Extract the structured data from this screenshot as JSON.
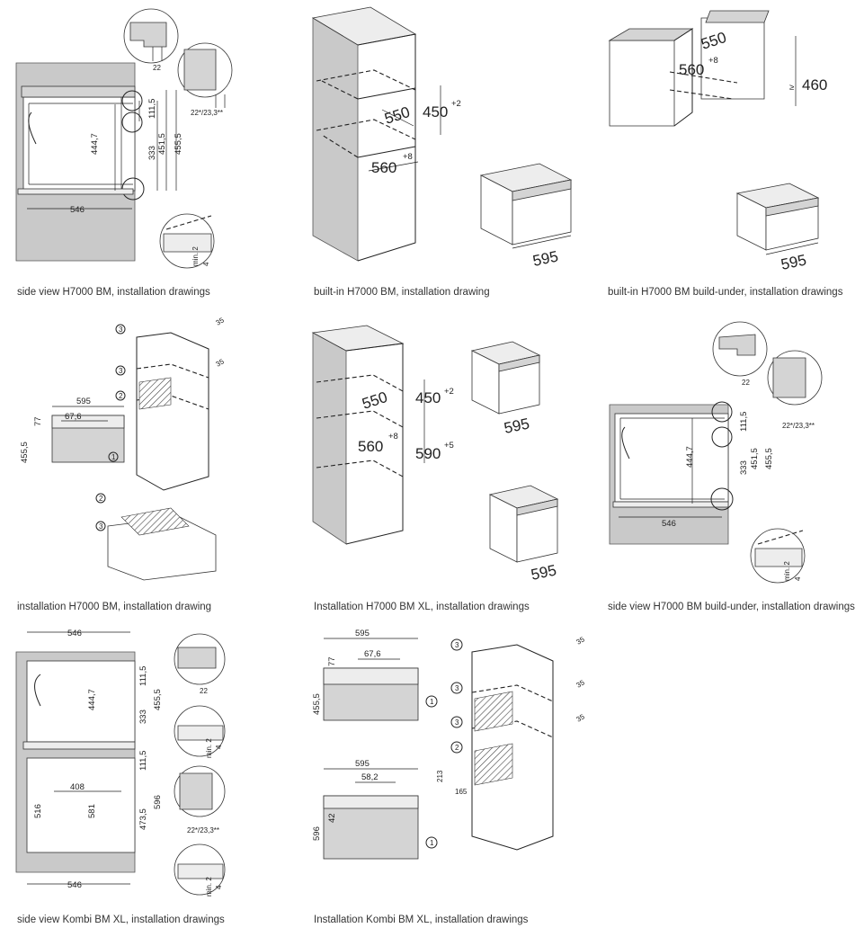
{
  "captions": {
    "p1": "side view H7000 BM, installation drawings",
    "p2": "built-in H7000 BM, installation drawing",
    "p3": "built-in H7000 BM build-under, installation drawings",
    "p4": "installation H7000 BM, installation drawing",
    "p5": "Installation H7000 BM XL, installation drawings",
    "p6": "side view H7000 BM build-under, installation drawings",
    "p7": "side view Kombi BM XL, installation drawings",
    "p8": "Installation Kombi BM XL, installation drawings"
  },
  "dims": {
    "d22": "22",
    "d22_23": "22*/23,3**",
    "d111_5": "111,5",
    "d444_7": "444,7",
    "d333": "333",
    "d451_5": "451,5",
    "d455_5": "455,5",
    "d546": "546",
    "dmin2": "min. 2",
    "d4": "4",
    "d450": "450",
    "sup2": "+2",
    "d550": "550",
    "d560": "560",
    "sup8": "+8",
    "d595": "595",
    "d460": "460",
    "ge": "≥",
    "d35": "35",
    "d77": "77",
    "d67_6": "67,6",
    "c1": "1",
    "c2": "2",
    "c3": "3",
    "d590": "590",
    "sup5": "+5",
    "d408": "408",
    "d516": "516",
    "d581": "581",
    "d473_5": "473,5",
    "d596": "596",
    "d58_2": "58,2",
    "d42": "42",
    "d213": "213",
    "d165": "165"
  }
}
